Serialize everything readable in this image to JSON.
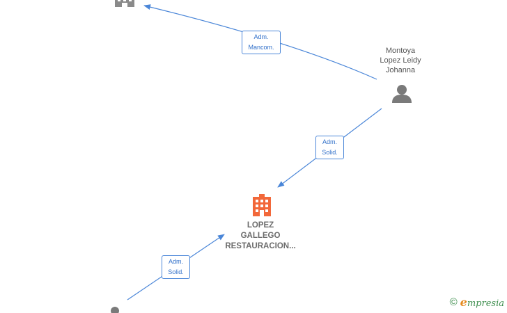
{
  "colors": {
    "edge": "#4a86d8",
    "person_icon": "#7a7a7a",
    "company_icon": "#f2683a",
    "top_company_icon": "#8a8a8a",
    "footer": "#3f8f4f"
  },
  "nodes": {
    "top_company": {
      "icon": "building-icon"
    },
    "person_right": {
      "icon": "person-icon",
      "name_lines": [
        "Montoya",
        "Lopez Leidy",
        "Johanna"
      ]
    },
    "company_main": {
      "icon": "building-icon",
      "name_lines": [
        "LOPEZ",
        "GALLEGO",
        "RESTAURACION..."
      ]
    },
    "person_bottom": {
      "icon": "person-icon"
    }
  },
  "edges": [
    {
      "from": "person_right",
      "to": "top_company",
      "label_lines": [
        "Adm.",
        "Mancom."
      ]
    },
    {
      "from": "person_right",
      "to": "company_main",
      "label_lines": [
        "Adm.",
        "Solid."
      ]
    },
    {
      "from": "person_bottom",
      "to": "company_main",
      "label_lines": [
        "Adm.",
        "Solid."
      ]
    }
  ],
  "footer": {
    "copyright": "©",
    "brand_initial": "e",
    "brand_rest": "mpresia"
  }
}
